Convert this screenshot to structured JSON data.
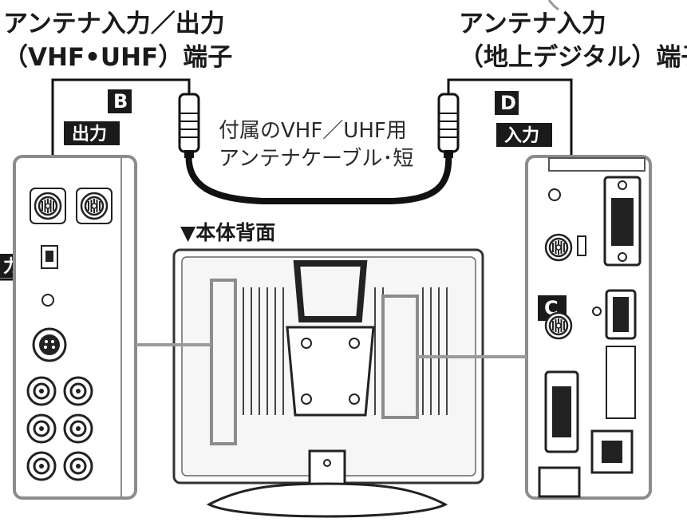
{
  "labels": {
    "antenna_vhf_uhf_line1": "アンテナ入力／出力",
    "antenna_vhf_uhf_line2": "（VHF•UHF）端子",
    "antenna_digital_line1": "アンテナ入力",
    "antenna_digital_line2": "（地上デジタル）端子",
    "cable_line1": "付属のVHF／UHF用",
    "cable_line2": "アンテナケーブル･短",
    "rear_view": "▼本体背面"
  },
  "badges": {
    "b": "B",
    "c": "C",
    "d": "D",
    "output": "出力",
    "input_right": "入力",
    "input_left_partial": "力"
  },
  "colors": {
    "panel_stroke": "#8c8c8c",
    "line": "#111111",
    "badge_bg": "#1a1a1a",
    "leader": "#9a9a9a"
  }
}
